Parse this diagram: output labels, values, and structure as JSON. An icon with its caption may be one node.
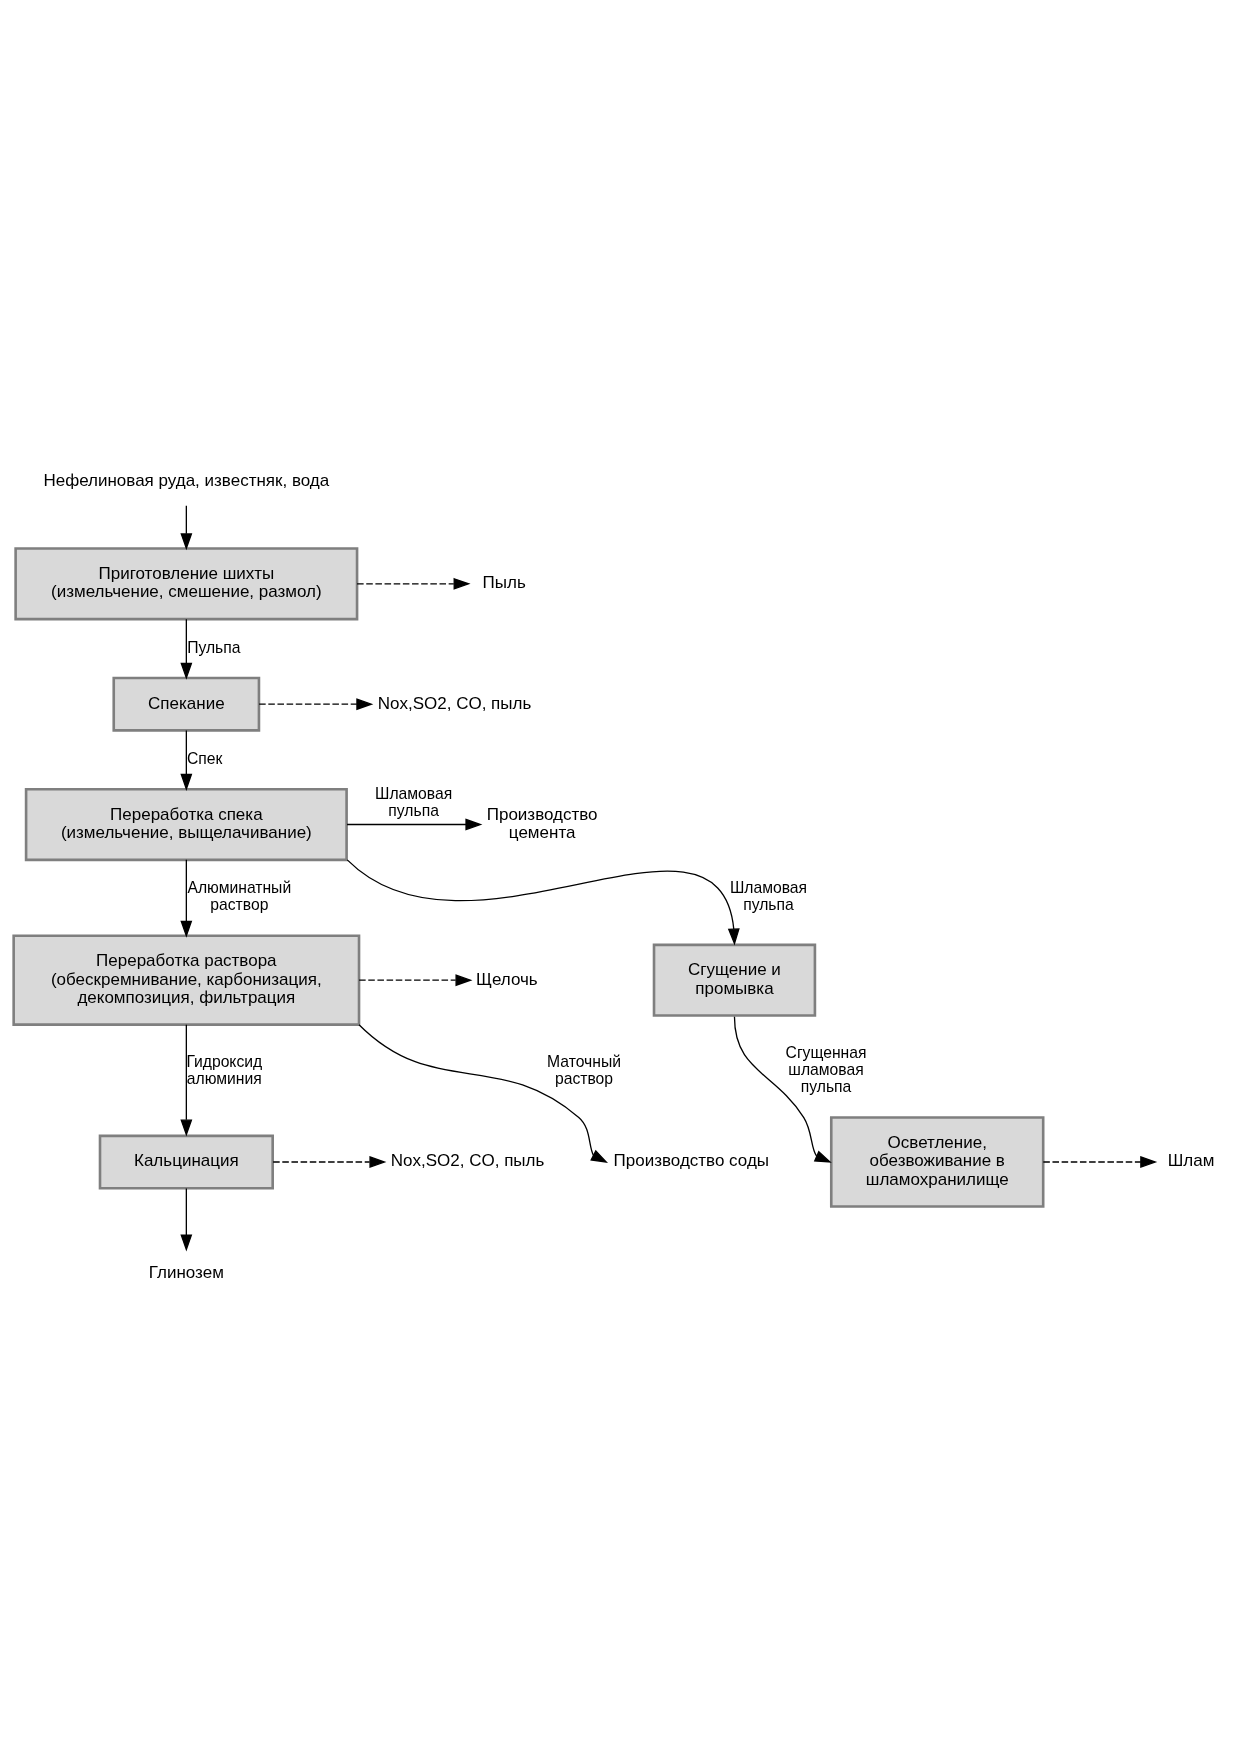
{
  "diagram": {
    "nodes": [
      {
        "text": [
          "Нефелиновая руда, известняк, вода"
        ]
      },
      {
        "text": [
          "Приготовление шихты",
          "(измельчение, смешение, размол)"
        ]
      },
      {
        "text": [
          "Пыль"
        ]
      },
      {
        "text": [
          "Спекание"
        ]
      },
      {
        "text": [
          "Nox,SO2, CO, пыль"
        ]
      },
      {
        "text": [
          "Переработка спека",
          "(измельчение, выщелачивание)"
        ]
      },
      {
        "text": [
          "Производство цемента"
        ]
      },
      {
        "text": [
          "Сгущение и промывка"
        ]
      },
      {
        "text": [
          "Осветление, обезвоживание в шламохранилище"
        ]
      },
      {
        "text": [
          "Шлам"
        ]
      },
      {
        "text": [
          "Переработка раствора",
          "(обескремнивание, карбонизация, декомпозиция, фильтрация"
        ]
      },
      {
        "text": [
          "Щелочь"
        ]
      },
      {
        "text": [
          "Производство соды"
        ]
      },
      {
        "text": [
          "Кальцинация"
        ]
      },
      {
        "text": [
          "Nox,SO2, CO, пыль"
        ]
      },
      {
        "text": [
          "Глинозем"
        ]
      }
    ],
    "edges": [
      {
        "from": 0,
        "to": 1,
        "arrow": "to"
      },
      {
        "from": 1,
        "to": 2,
        "arrow": "to",
        "style": "dashed"
      },
      {
        "from": 1,
        "to": 3,
        "arrow": "to",
        "label": "Пульпа"
      },
      {
        "from": 3,
        "to": 4,
        "arrow": "to",
        "style": "dashed"
      },
      {
        "from": 3,
        "to": 5,
        "arrow": "to",
        "label": "Спек"
      },
      {
        "from": 5,
        "to": 6,
        "arrow": "to",
        "label": "Шламовая пульпа"
      },
      {
        "from": 5,
        "to": 7,
        "arrow": "to",
        "label": "Шламовая пульпа"
      },
      {
        "from": 5,
        "to": 10,
        "arrow": "to",
        "label": "Алюминатный раствор"
      },
      {
        "from": 7,
        "to": 8,
        "arrow": "to",
        "label": "Сгущенная шламовая пульпа"
      },
      {
        "from": 8,
        "to": 9,
        "arrow": "to",
        "style": "dashed"
      },
      {
        "from": 10,
        "to": 11,
        "arrow": "to",
        "style": "dashed"
      },
      {
        "from": 10,
        "to": 12,
        "arrow": "to",
        "label": "Маточный раствор"
      },
      {
        "from": 10,
        "to": 13,
        "arrow": "to",
        "label": "Гидроксид алюминия"
      },
      {
        "from": 13,
        "to": 14,
        "arrow": "to",
        "style": "dashed"
      },
      {
        "from": 13,
        "to": 15,
        "arrow": "to"
      }
    ]
  }
}
